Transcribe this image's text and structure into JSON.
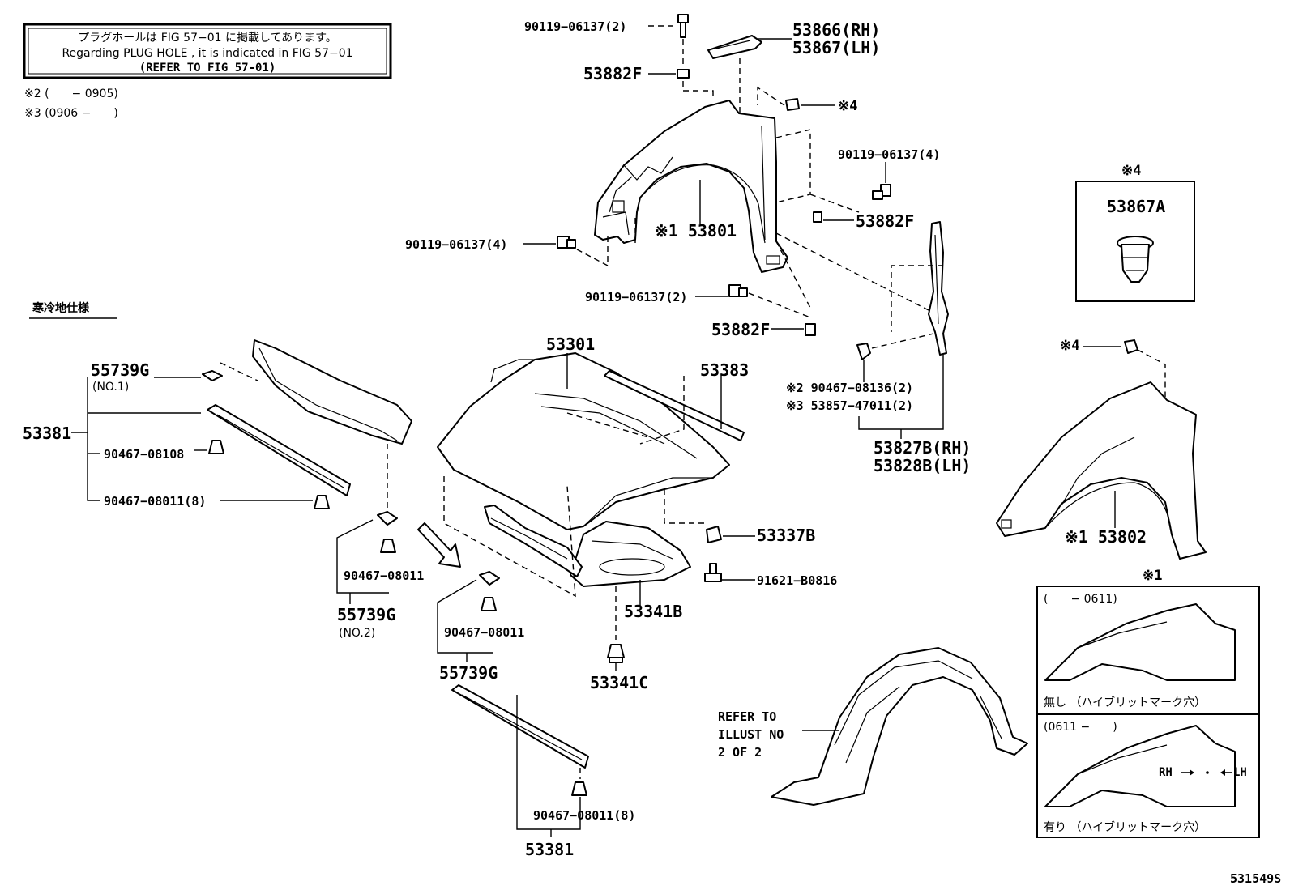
{
  "note_box": {
    "line1": "プラグホールは FIG 57−01 に掲載してあります。",
    "line2": "Regarding PLUG HOLE , it is indicated in FIG 57−01",
    "line3": "(REFER TO FIG 57-01)"
  },
  "date_notes": {
    "n2": "※2 (　　− 0905)",
    "n3": "※3 (0906 −　　)"
  },
  "cold_spec": "寒冷地仕様",
  "labels": {
    "p53866": "53866(RH)",
    "p53867": "53867(LH)",
    "b90119_2_top": "90119−06137(2)",
    "p53882f_top": "53882F",
    "clip_ref_4_top": "※4",
    "b90119_4_right": "90119−06137(4)",
    "p53882f_right": "53882F",
    "p53801": "※1 53801",
    "b90119_4_left": "90119−06137(4)",
    "b90119_2_mid": "90119−06137(2)",
    "p53882f_mid": "53882F",
    "p53301": "53301",
    "p53383": "53383",
    "n2_90467": "※2 90467−08136(2)",
    "n3_53857": "※3 53857−47011(2)",
    "p53827b": "53827B(RH)",
    "p53828b": "53828B(LH)",
    "p55739g_1": "55739G",
    "no1": "(NO.1)",
    "p53381_left": "53381",
    "c90467_08108": "90467−08108",
    "c90467_08011_8_left": "90467−08011(8)",
    "c90467_08011_a": "90467−08011",
    "p55739g_2": "55739G",
    "no2": "(NO.2)",
    "c90467_08011_b": "90467−08011",
    "p55739g_3": "55739G",
    "p53337b": "53337B",
    "b91621": "91621−B0816",
    "p53341b": "53341B",
    "p53341c": "53341C",
    "c90467_08011_8_bottom": "90467−08011(8)",
    "p53381_bottom": "53381",
    "refer1": "REFER TO",
    "refer2": "ILLUST NO",
    "refer3": "2 OF 2",
    "clip_ref_4_mid": "※4",
    "p53802": "※1 53802",
    "fig_code": "531549S"
  },
  "detail_4": {
    "title": "※4",
    "part": "53867A"
  },
  "detail_1": {
    "title": "※1",
    "top_range": "(　　− 0611)",
    "top_caption": "無し （ハイブリットマーク穴）",
    "bottom_range": "(0611 −　　)",
    "rh": "RH",
    "lh": "LH",
    "bottom_caption": "有り （ハイブリットマーク穴）"
  }
}
